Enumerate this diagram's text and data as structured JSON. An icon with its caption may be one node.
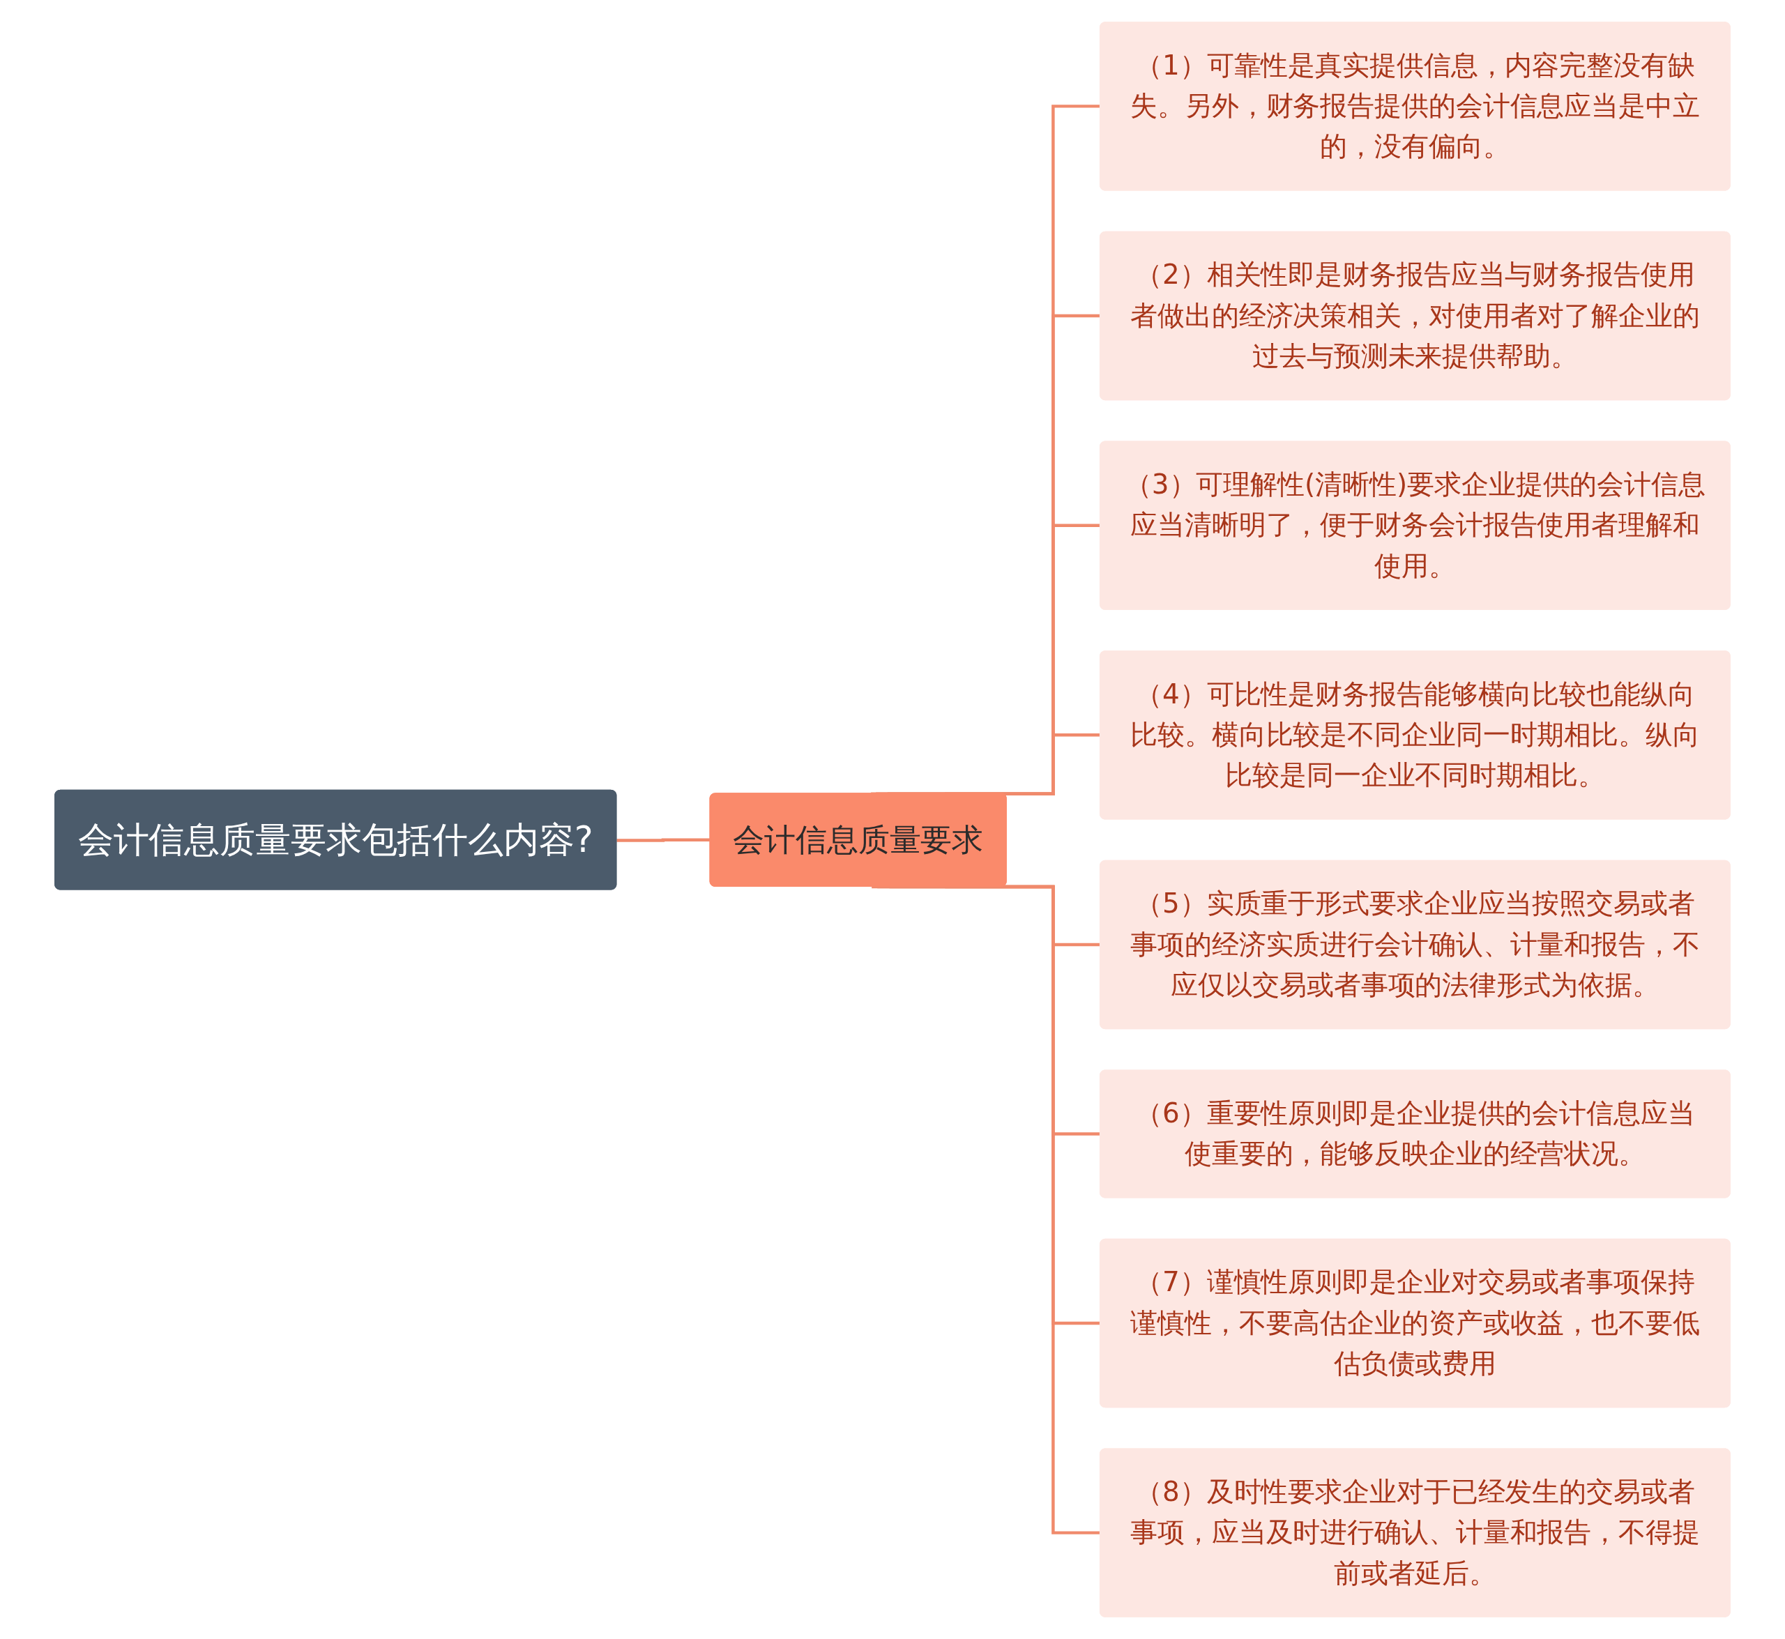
{
  "diagram": {
    "nodes": [
      {
        "text": [
          "会计信息质量要求包括什么内容?"
        ]
      },
      {
        "text": [
          "会计信息质量要求"
        ]
      },
      {
        "text": [
          "（1）可靠性是真实提供信息，内容完整没有缺失。另外，财务报告提供的会计信息应当是中立的，没有偏向。"
        ]
      },
      {
        "text": [
          "（2）相关性即是财务报告应当与财务报告使用者做出的经济决策相关，对使用者对了解企业的过去与预测未来提供帮助。"
        ]
      },
      {
        "text": [
          "（3）可理解性(清晰性)要求企业提供的会计信息应当清晰明了，便于财务会计报告使用者理解和使用。"
        ]
      },
      {
        "text": [
          "（4）可比性是财务报告能够横向比较也能纵向比较。横向比较是不同企业同一时期相比。纵向比较是同一企业不同时期相比。"
        ]
      },
      {
        "text": [
          "（5）实质重于形式要求企业应当按照交易或者事项的经济实质进行会计确认、计量和报告，不应仅以交易或者事项的法律形式为依据。"
        ]
      },
      {
        "text": [
          "（6）重要性原则即是企业提供的会计信息应当使重要的，能够反映企业的经营状况。"
        ]
      },
      {
        "text": [
          "（7）谨慎性原则即是企业对交易或者事项保持谨慎性，不要高估企业的资产或收益，也不要低估负债或费用"
        ]
      },
      {
        "text": [
          "（8）及时性要求企业对于已经发生的交易或者事项，应当及时进行确认、计量和报告，不得提前或者延后。"
        ]
      }
    ],
    "edges": [
      {
        "from": 0,
        "to": 1,
        "arrow": "none"
      },
      {
        "from": 1,
        "to": 2,
        "arrow": "none"
      },
      {
        "from": 1,
        "to": 3,
        "arrow": "none"
      },
      {
        "from": 1,
        "to": 4,
        "arrow": "none"
      },
      {
        "from": 1,
        "to": 5,
        "arrow": "none"
      },
      {
        "from": 1,
        "to": 6,
        "arrow": "none"
      },
      {
        "from": 1,
        "to": 7,
        "arrow": "none"
      },
      {
        "from": 1,
        "to": 8,
        "arrow": "none"
      },
      {
        "from": 1,
        "to": 9,
        "arrow": "none"
      }
    ]
  }
}
